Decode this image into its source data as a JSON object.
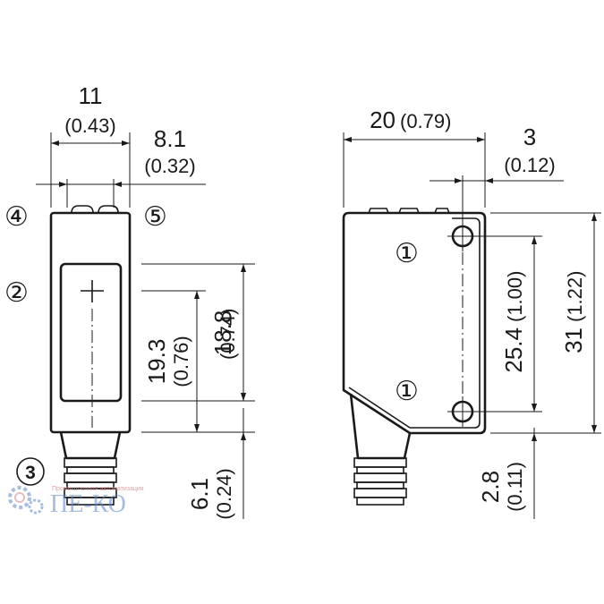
{
  "front_view": {
    "width": {
      "value": "11",
      "inch": "(0.43)"
    },
    "offset": {
      "value": "8.1",
      "inch": "(0.32)"
    },
    "window_height": {
      "value": "19.3",
      "inch": "(0.76)"
    },
    "body_height": {
      "value": "18.8",
      "inch": "(0.74)"
    },
    "connector_offset": {
      "value": "6.1",
      "inch": "(0.24)"
    }
  },
  "side_view": {
    "depth": {
      "value": "20",
      "inch": "(0.79)"
    },
    "hole_offset": {
      "value": "3",
      "inch": "(0.12)"
    },
    "hole_spacing": {
      "value": "25.4",
      "inch": "(1.00)"
    },
    "total_height": {
      "value": "31",
      "inch": "(1.22)"
    },
    "bottom_offset": {
      "value": "2.8",
      "inch": "(0.11)"
    }
  },
  "callouts": {
    "c1": "①",
    "c2": "②",
    "c3": "3",
    "c4": "④",
    "c5": "⑤"
  },
  "watermark": {
    "brand": "ПЕ-КО",
    "tagline": "Промышленная автоматизация"
  },
  "colors": {
    "line": "#1a1a1a",
    "watermark_blue": "#5a88c8",
    "watermark_red": "#d08a8a"
  }
}
